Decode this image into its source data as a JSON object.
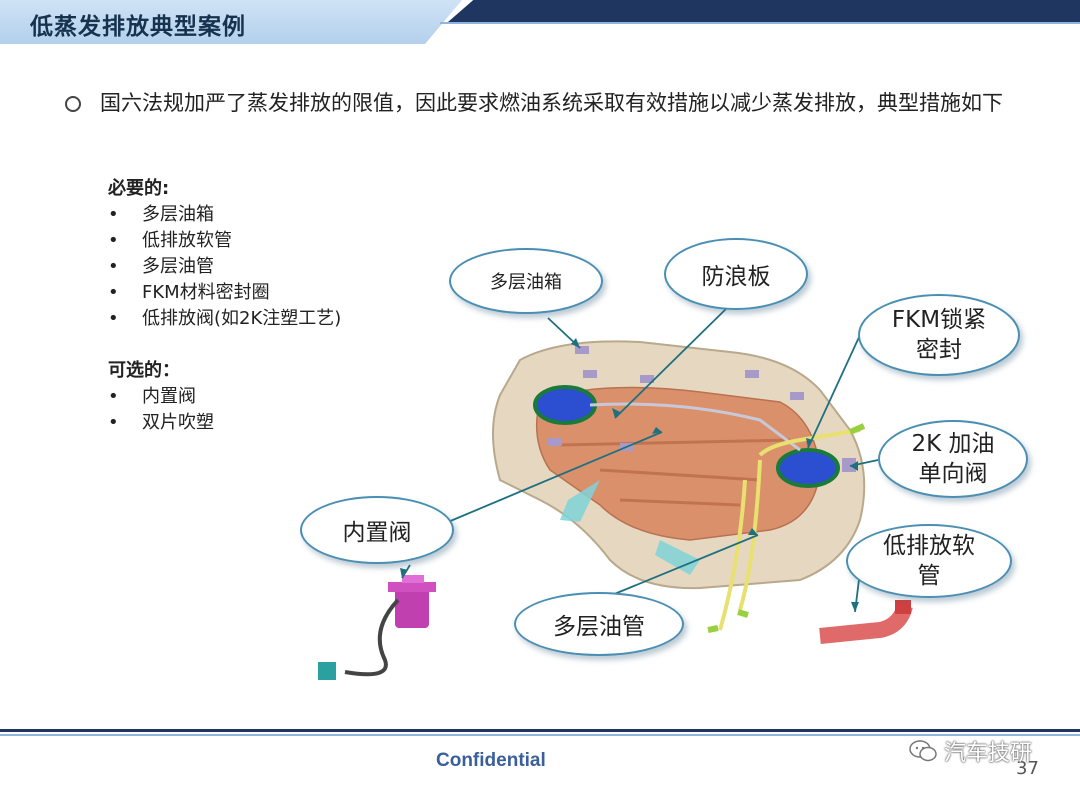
{
  "header": {
    "title": "低蒸发排放典型案例"
  },
  "intro": {
    "text": "国六法规加严了蒸发排放的限值，因此要求燃油系统采取有效措施以减少蒸发排放，典型措施如下"
  },
  "required": {
    "heading": "必要的:",
    "items": [
      "多层油箱",
      "低排放软管",
      "多层油管",
      "FKM材料密封圈",
      "低排放阀(如2K注塑工艺)"
    ]
  },
  "optional": {
    "heading": "可选的：",
    "items": [
      "内置阀",
      "双片吹塑"
    ]
  },
  "callouts": {
    "tank": "多层油箱",
    "baffle": "防浪板",
    "fkm_line1": "FKM锁紧",
    "fkm_line2": "密封",
    "check_line1": "2K 加油",
    "check_line2": "单向阀",
    "valve": "内置阀",
    "hose_line1": "低排放软",
    "hose_line2": "管",
    "pipe": "多层油管"
  },
  "footer": {
    "confidential": "Confidential",
    "page": "37",
    "watermark": "汽车技研"
  },
  "colors": {
    "header_dark": "#1f3660",
    "header_light": "#c2daf0",
    "callout_border": "#4a8fb3",
    "tank_body": "#e6d8c0",
    "tank_core": "#d98a64",
    "pump_blue": "#2b4fd0",
    "pipe_yellow": "#e8e070",
    "hose_red": "#e06a6a",
    "valve_magenta": "#c040b0"
  }
}
